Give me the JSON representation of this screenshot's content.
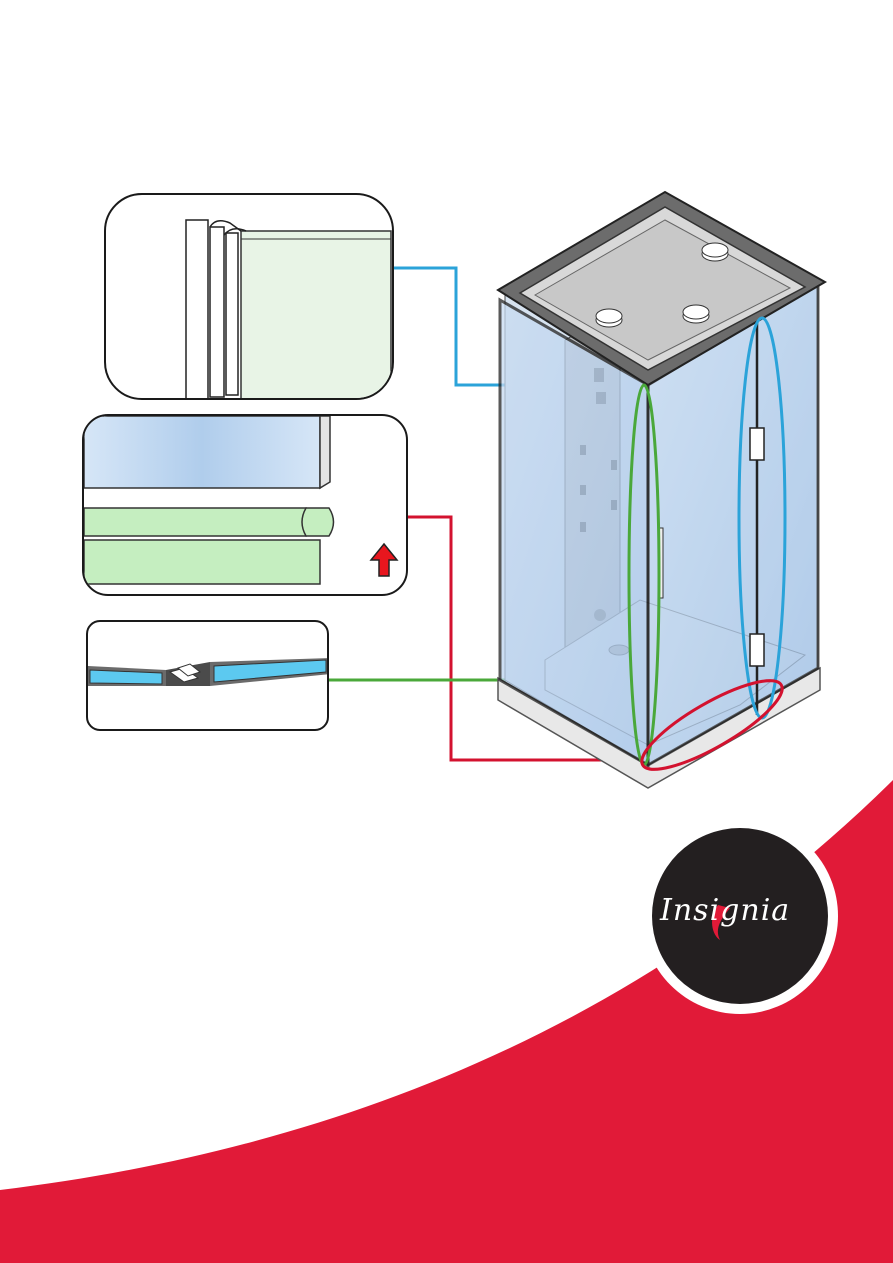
{
  "brand": {
    "name": "Insignia",
    "accent_color": "#e11a38",
    "logo_circle_color": "#231f20"
  },
  "callouts": [
    {
      "name": "hinge-seal-detail",
      "line_color": "#2ba3d9"
    },
    {
      "name": "bottom-seal-detail",
      "line_color": "#d3122f"
    },
    {
      "name": "door-clip-detail",
      "line_color": "#4aa83a"
    }
  ],
  "icons": [
    "up-arrow-icon"
  ]
}
